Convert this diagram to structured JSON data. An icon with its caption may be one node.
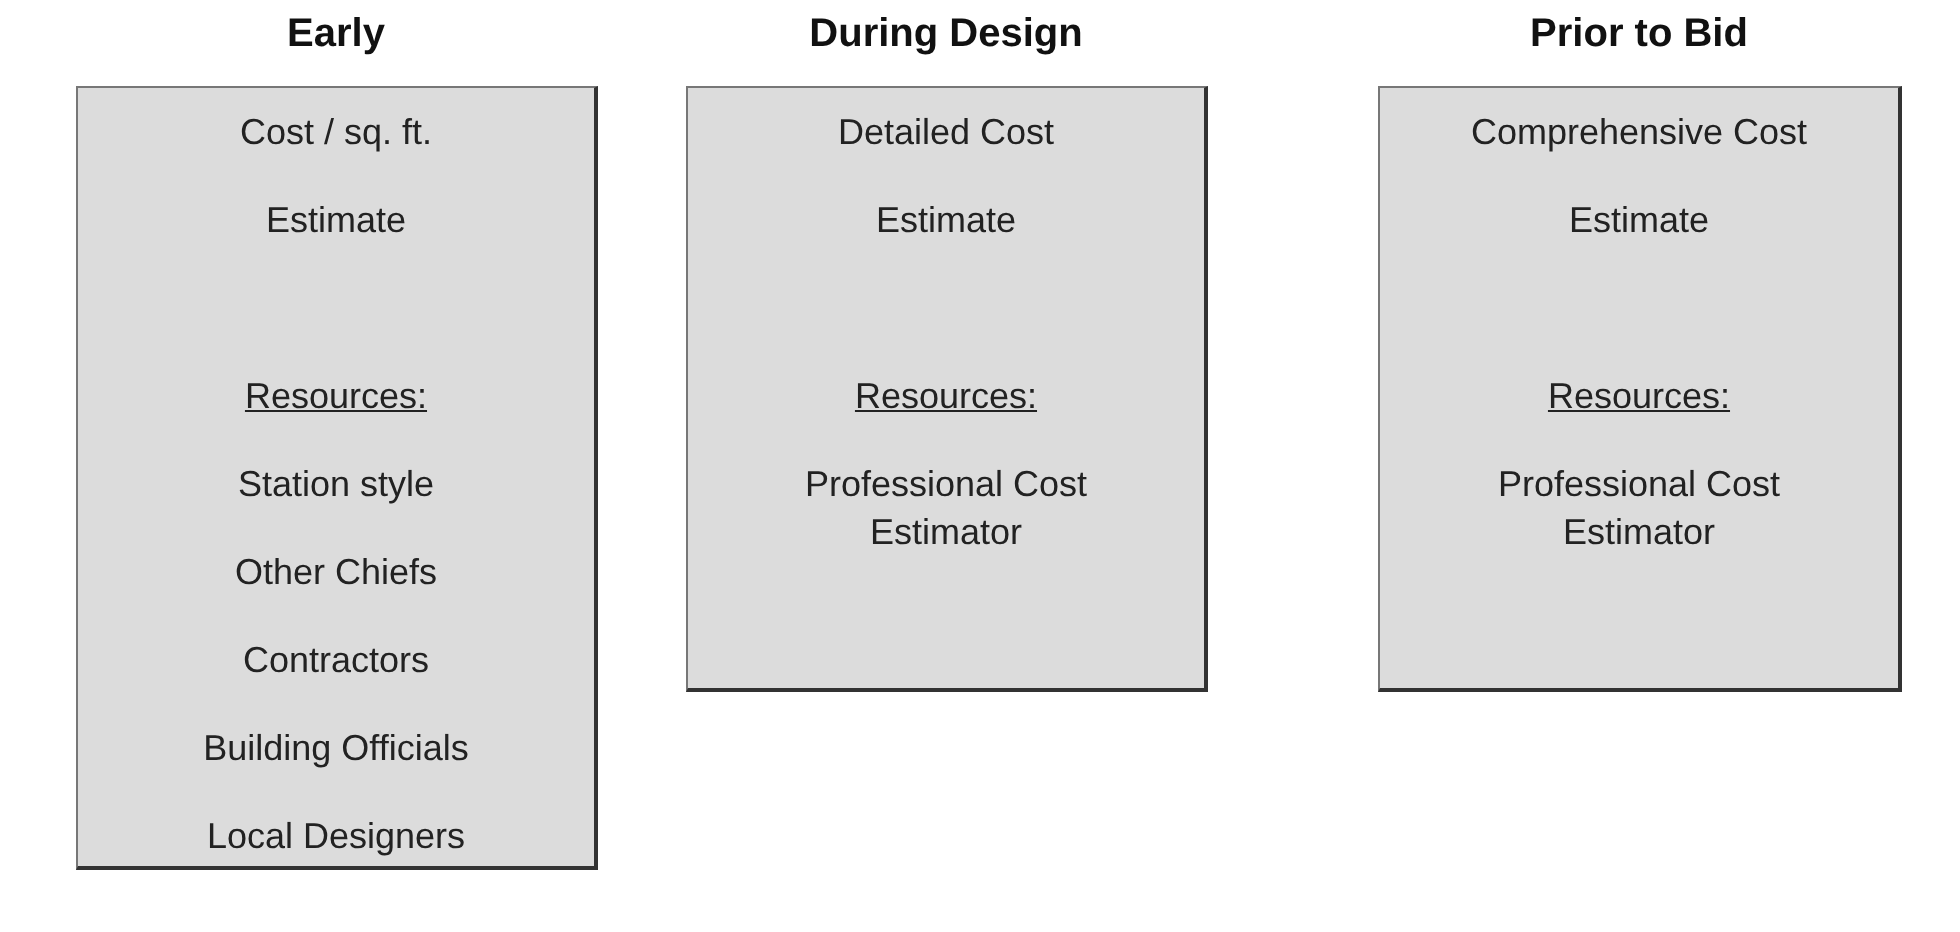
{
  "diagram": {
    "nodes": [
      {
        "text": [
          "Early",
          "Cost / sq. ft. Estimate",
          "Resources:",
          "Station style",
          "Other Chiefs",
          "Contractors",
          "Building Officials",
          "Local Designers"
        ]
      },
      {
        "text": [
          "During Design",
          "Detailed Cost Estimate",
          "Resources:",
          "Professional Cost Estimator"
        ]
      },
      {
        "text": [
          "Prior to Bid",
          "Comprehensive Cost Estimate",
          "Resources:",
          "Professional Cost Estimator"
        ]
      }
    ]
  }
}
